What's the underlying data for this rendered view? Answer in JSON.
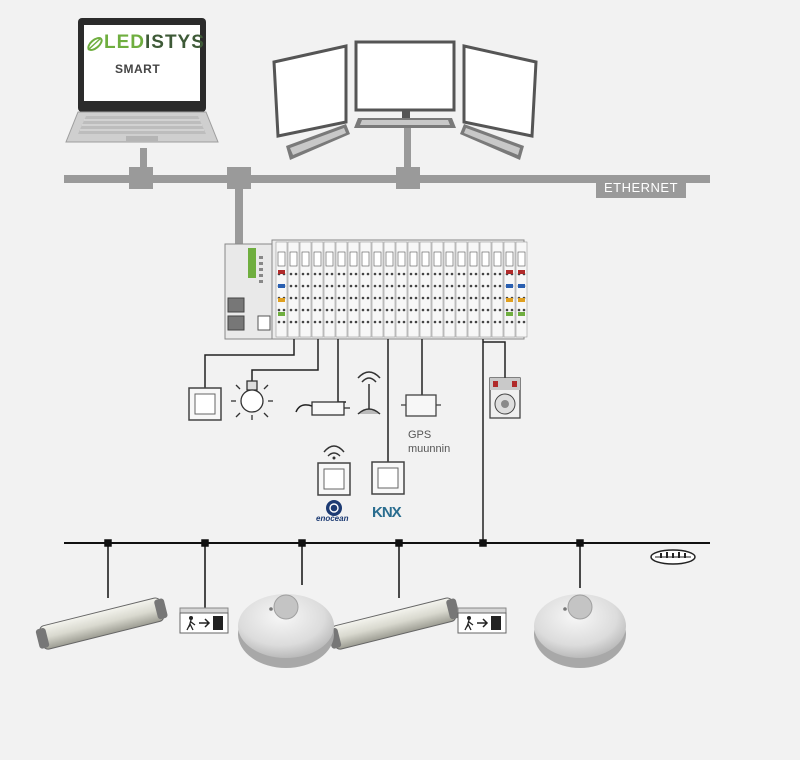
{
  "network": {
    "ethernet_label": "ETHERNET"
  },
  "laptop": {
    "brand_left": "LED",
    "brand_right": "ISTYS",
    "brand_sub": "SMART"
  },
  "devices": {
    "gps_line1": "GPS",
    "gps_line2": "muunnin",
    "enocean_label": "enocean",
    "knx_label": "KNX"
  },
  "colors": {
    "background": "#f2f2f2",
    "ethernet_bus": "#9a9a9a",
    "field_bus": "#111111",
    "logo_green": "#6fae3f"
  },
  "icons": [
    "laptop-icon",
    "monitor-icon",
    "plc-controller-icon",
    "wall-switch-icon",
    "light-bulb-icon",
    "led-driver-icon",
    "antenna-icon",
    "gps-converter-icon",
    "meter-icon",
    "enocean-switch-icon",
    "knx-switch-icon",
    "dali-bus-icon",
    "linear-luminaire-icon",
    "exit-sign-icon",
    "ceiling-sensor-luminaire-icon"
  ]
}
